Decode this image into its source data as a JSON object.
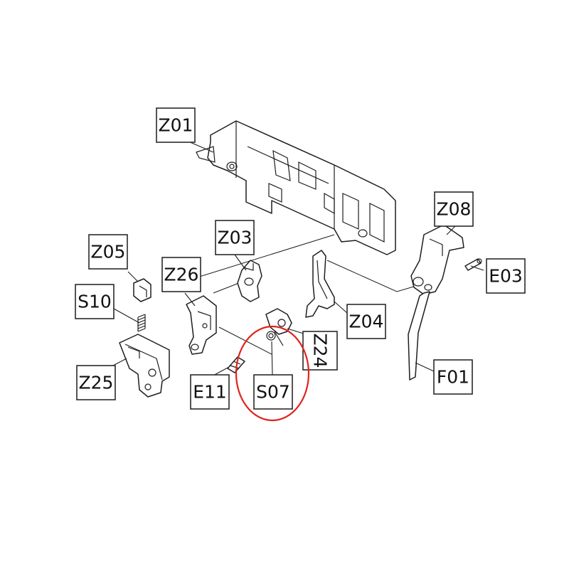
{
  "labels": [
    {
      "id": "Z01",
      "text": "Z01"
    },
    {
      "id": "Z08",
      "text": "Z08"
    },
    {
      "id": "Z05",
      "text": "Z05"
    },
    {
      "id": "Z03",
      "text": "Z03"
    },
    {
      "id": "Z26",
      "text": "Z26"
    },
    {
      "id": "E03",
      "text": "E03"
    },
    {
      "id": "S10",
      "text": "S10"
    },
    {
      "id": "Z04",
      "text": "Z04"
    },
    {
      "id": "Z24",
      "text": "Z24"
    },
    {
      "id": "F01",
      "text": "F01"
    },
    {
      "id": "Z25",
      "text": "Z25"
    },
    {
      "id": "E11",
      "text": "E11"
    },
    {
      "id": "S07",
      "text": "S07"
    }
  ],
  "highlight": {
    "target": "S07",
    "color": "#e0241b"
  },
  "colors": {
    "line": "#1e1e1e",
    "background": "#ffffff"
  }
}
